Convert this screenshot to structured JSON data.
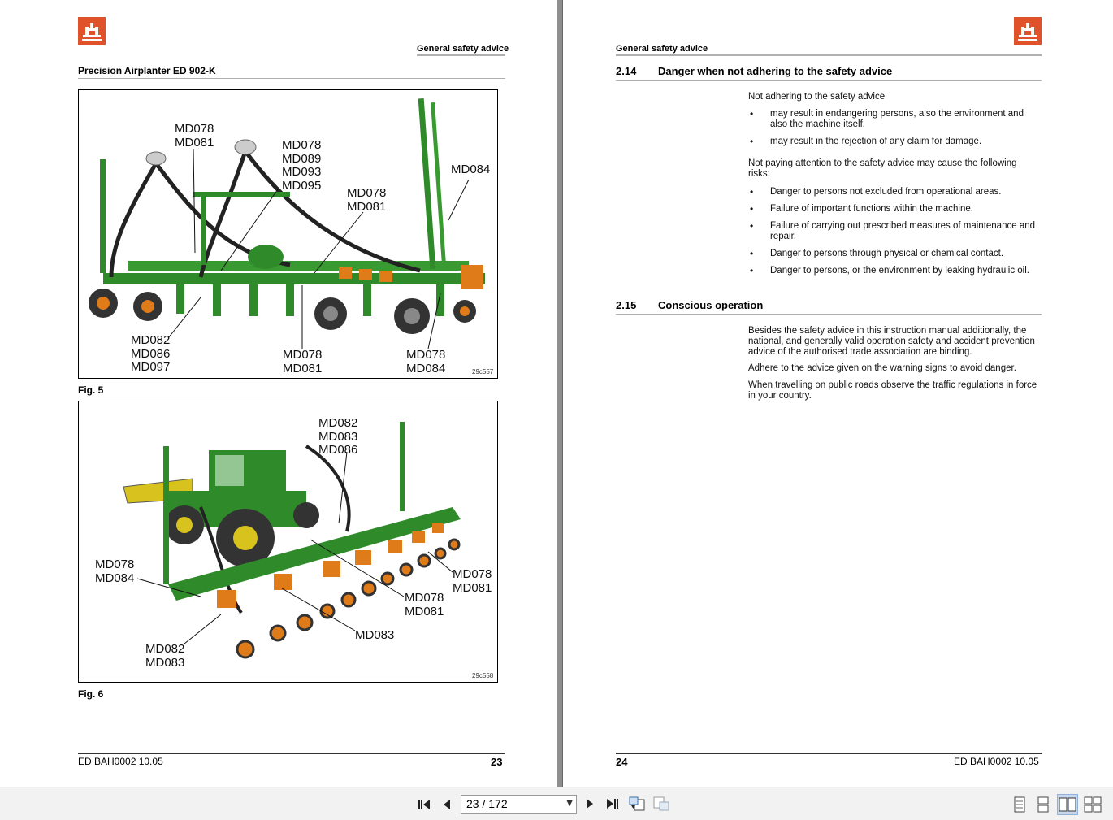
{
  "left_page": {
    "header_section": "General safety advice",
    "doc_title": "Precision Airplanter ED 902-K",
    "fig5": {
      "caption": "Fig. 5",
      "code": "29c557",
      "callouts": [
        "MD078\nMD081",
        "MD078\nMD089\nMD093\nMD095",
        "MD078\nMD081",
        "MD084",
        "MD082\nMD086\nMD097",
        "MD078\nMD081",
        "MD078\nMD084"
      ]
    },
    "fig6": {
      "caption": "Fig. 6",
      "code": "29c558",
      "callouts": [
        "MD082\nMD083\nMD086",
        "MD078\nMD084",
        "MD078\nMD081",
        "MD078\nMD081",
        "MD083",
        "MD082\nMD083"
      ]
    },
    "footer_doc": "ED  BAH0002  10.05",
    "page_number": "23"
  },
  "right_page": {
    "header_section": "General safety advice",
    "section_214": {
      "number": "2.14",
      "title": "Danger when not adhering to the safety advice",
      "intro": "Not adhering to the safety advice",
      "bullets_a": [
        "may result in endangering persons, also the environment and also the machine itself.",
        "may result in the rejection of any claim for damage."
      ],
      "para2": "Not paying attention to the safety advice may cause the following risks:",
      "bullets_b": [
        "Danger to persons not excluded from operational areas.",
        "Failure of important functions within the machine.",
        "Failure of carrying out prescribed measures of maintenance and repair.",
        "Danger to persons through physical or chemical contact.",
        "Danger to persons, or the environment by leaking hydraulic oil."
      ]
    },
    "section_215": {
      "number": "2.15",
      "title": "Conscious operation",
      "paragraphs": [
        "Besides the safety advice in this instruction manual additionally, the national, and generally valid operation safety and accident prevention advice of the authorised trade association are binding.",
        "Adhere to the advice given on the warning signs to avoid danger.",
        "When travelling on public roads observe the traffic regulations in force in your country."
      ]
    },
    "page_number": "24",
    "footer_doc": "ED  BAH0002  10.05"
  },
  "toolbar": {
    "page_indicator": "23 / 172",
    "icons": [
      "first-page-icon",
      "prev-page-icon",
      "next-page-icon",
      "last-page-icon",
      "previous-view-icon",
      "next-view-icon",
      "single-page-icon",
      "continuous-icon",
      "facing-icon",
      "continuous-facing-icon"
    ]
  },
  "colors": {
    "brand_orange": "#e0522a",
    "machine_green": "#2f8a2a",
    "tractor_yellow": "#d8c21e",
    "hopper_orange": "#e07b1a"
  }
}
